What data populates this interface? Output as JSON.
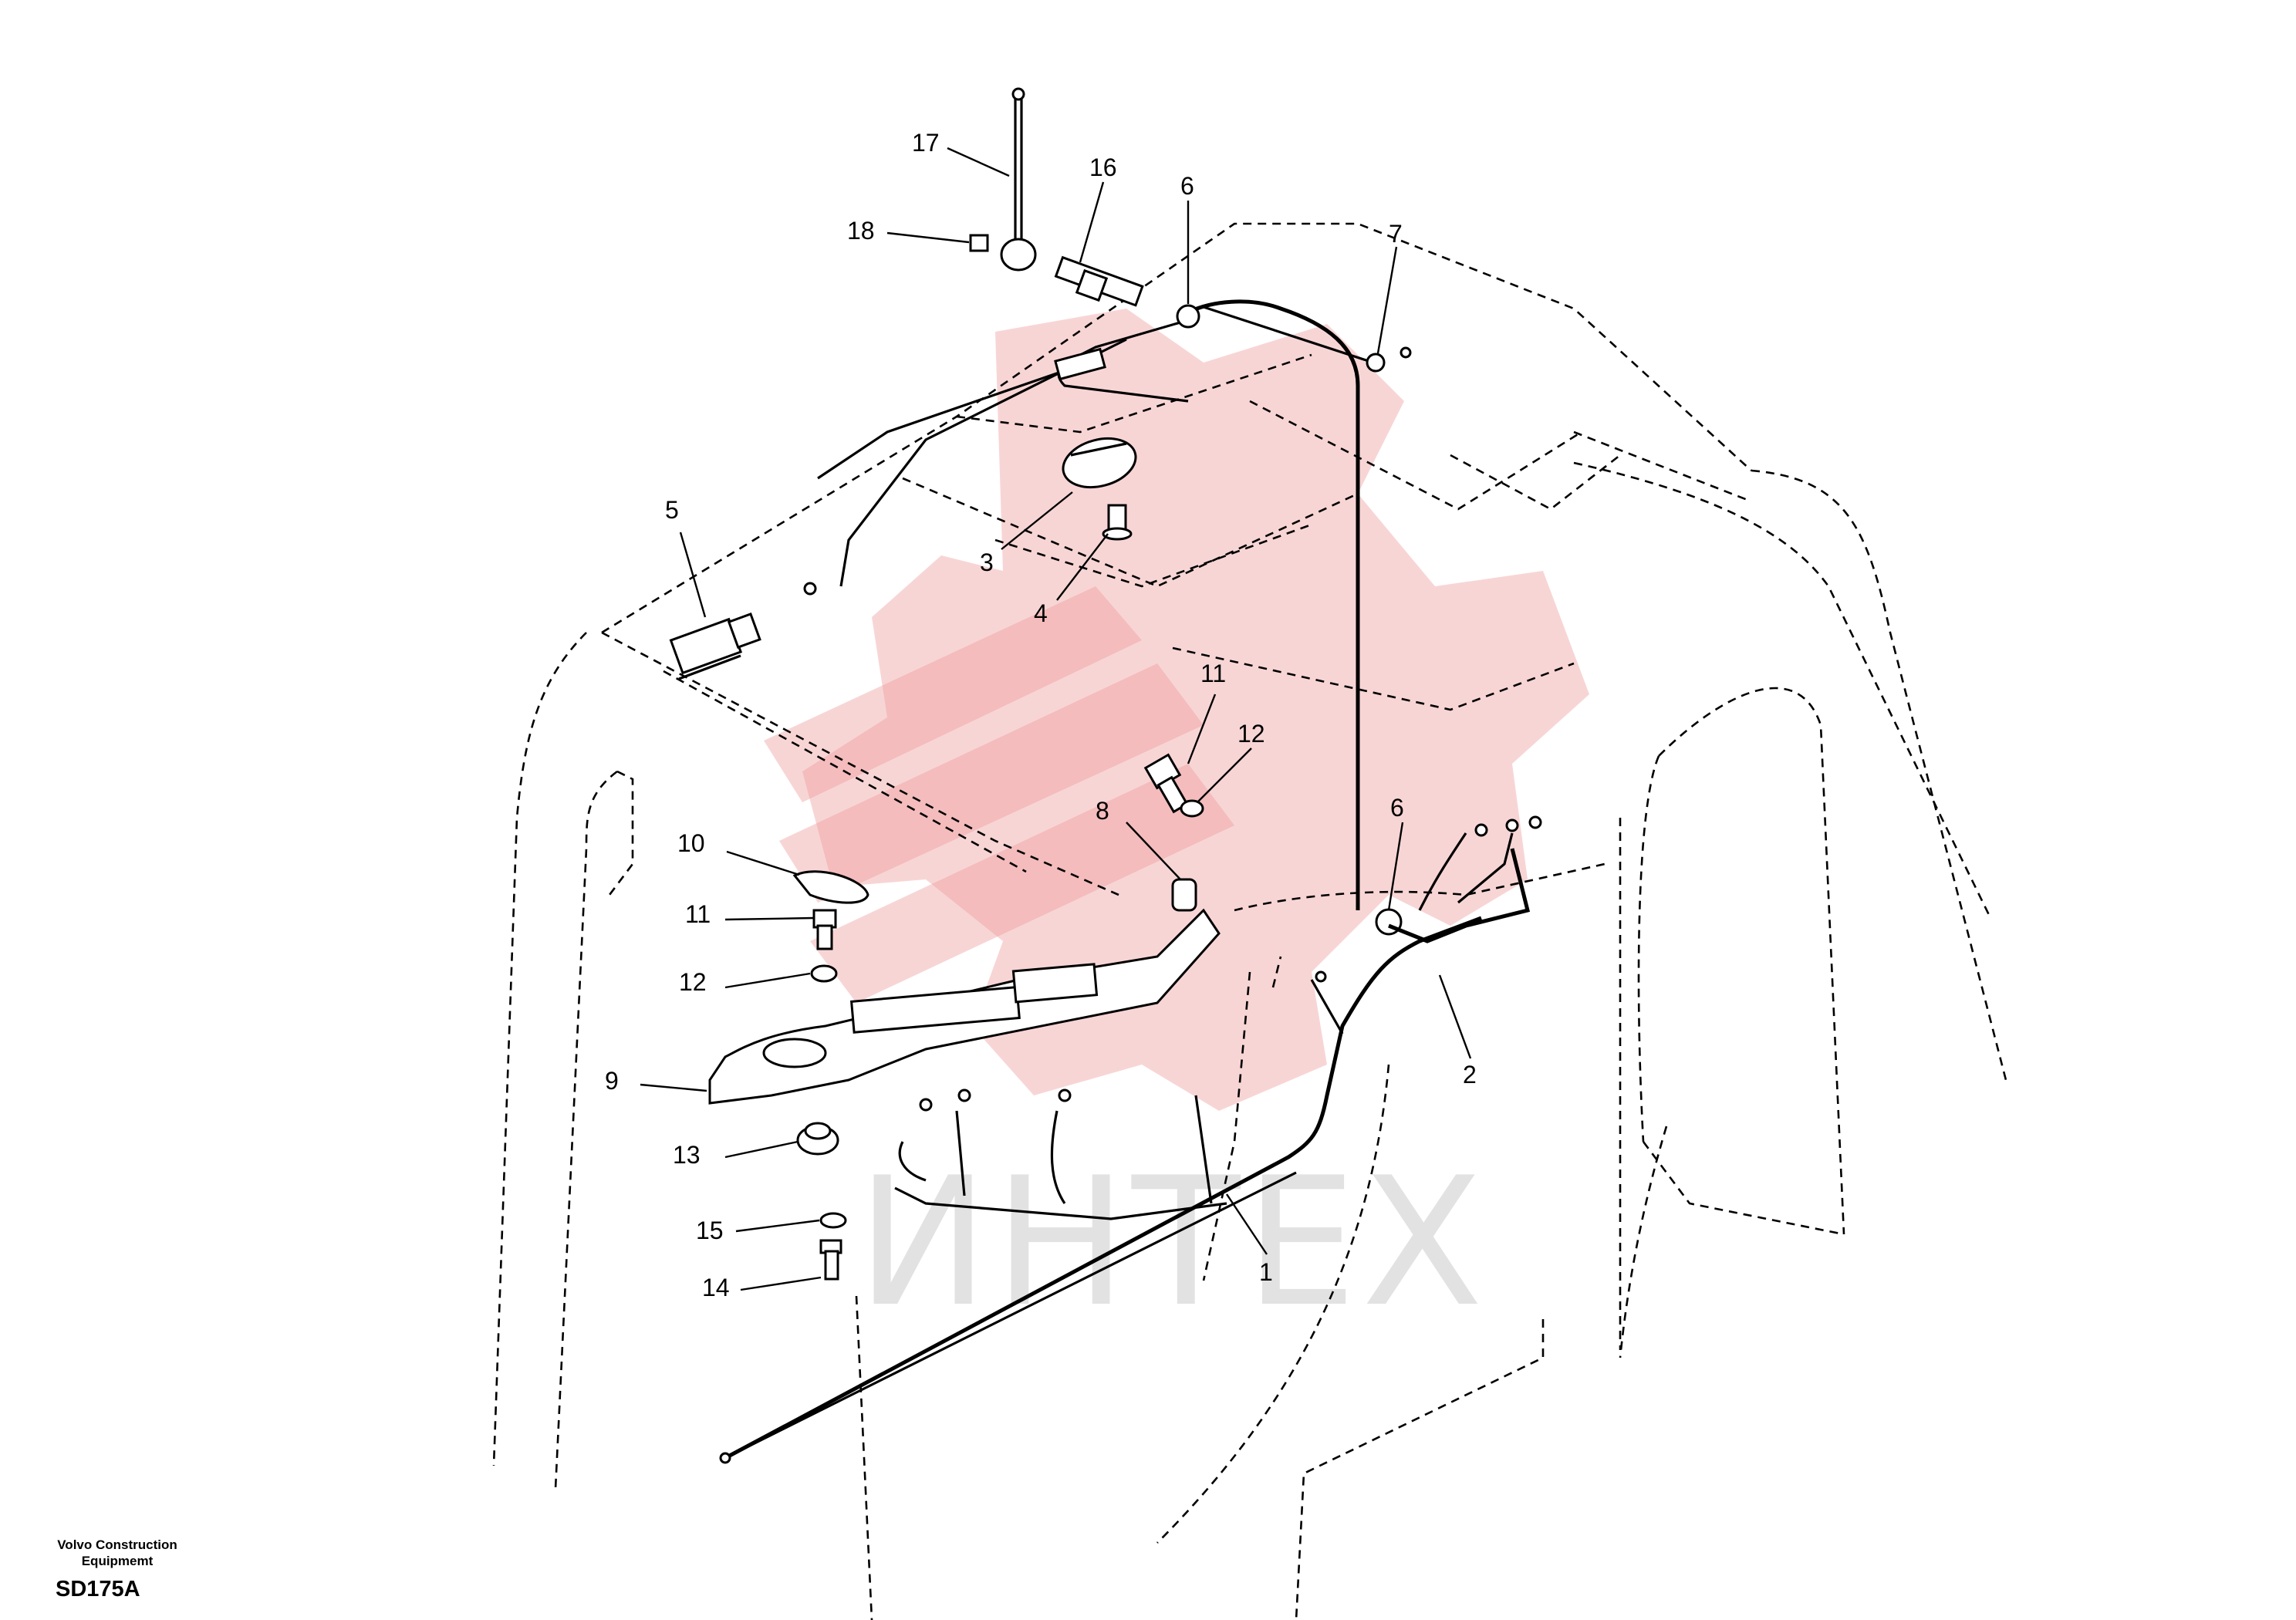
{
  "diagram": {
    "callouts": [
      "17",
      "16",
      "6",
      "7",
      "18",
      "5",
      "3",
      "4",
      "11",
      "12",
      "8",
      "6",
      "10",
      "11",
      "12",
      "9",
      "2",
      "13",
      "15",
      "1",
      "14"
    ],
    "watermark_text": "ИНТЕХ",
    "colors": {
      "line": "#000000",
      "watermark_logo": "#ef9a9a",
      "watermark_text": "#d9d9d9"
    }
  },
  "footer": {
    "brand_line1": "Volvo Construction",
    "brand_line2": "Equipmemt",
    "drawing_code": "SD175A"
  }
}
